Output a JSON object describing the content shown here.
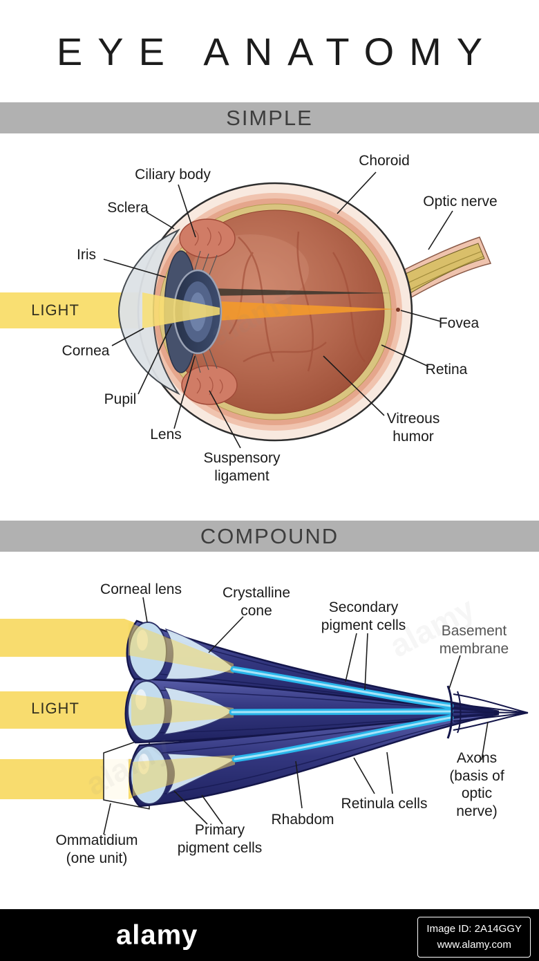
{
  "page": {
    "title": "EYE ANATOMY"
  },
  "sections": {
    "simple": {
      "heading": "SIMPLE"
    },
    "compound": {
      "heading": "COMPOUND"
    }
  },
  "simple_labels": {
    "ciliary_body": "Ciliary body",
    "sclera": "Sclera",
    "iris": "Iris",
    "light": "LIGHT",
    "cornea": "Cornea",
    "pupil": "Pupil",
    "lens": "Lens",
    "suspensory_ligament": "Suspensory\nligament",
    "choroid": "Choroid",
    "optic_nerve": "Optic nerve",
    "fovea": "Fovea",
    "retina": "Retina",
    "vitreous_humor": "Vitreous\nhumor"
  },
  "compound_labels": {
    "corneal_lens": "Corneal lens",
    "crystalline_cone": "Crystalline\ncone",
    "secondary_pigment_cells": "Secondary\npigment cells",
    "basement_membrane": "Basement\nmembrane",
    "light": "LIGHT",
    "ommatidium": "Ommatidium\n(one unit)",
    "primary_pigment_cells": "Primary\npigment cells",
    "rhabdom": "Rhabdom",
    "retinula_cells": "Retinula cells",
    "axons": "Axons\n(basis of optic\nnerve)"
  },
  "watermark": {
    "text": "alamy"
  },
  "footer": {
    "brand": "alamy",
    "image_id_label": "Image ID: 2A14GGY",
    "url": "www.alamy.com"
  },
  "colors": {
    "section_bar": "#b1b1b1",
    "light_beam": "#f9df72",
    "internal_beam": "#f2992c",
    "eye_interior": "#b4674e",
    "ommatidium_body": "#33377f",
    "rhabdom": "#29b6ea",
    "footer_bg": "#000000"
  }
}
